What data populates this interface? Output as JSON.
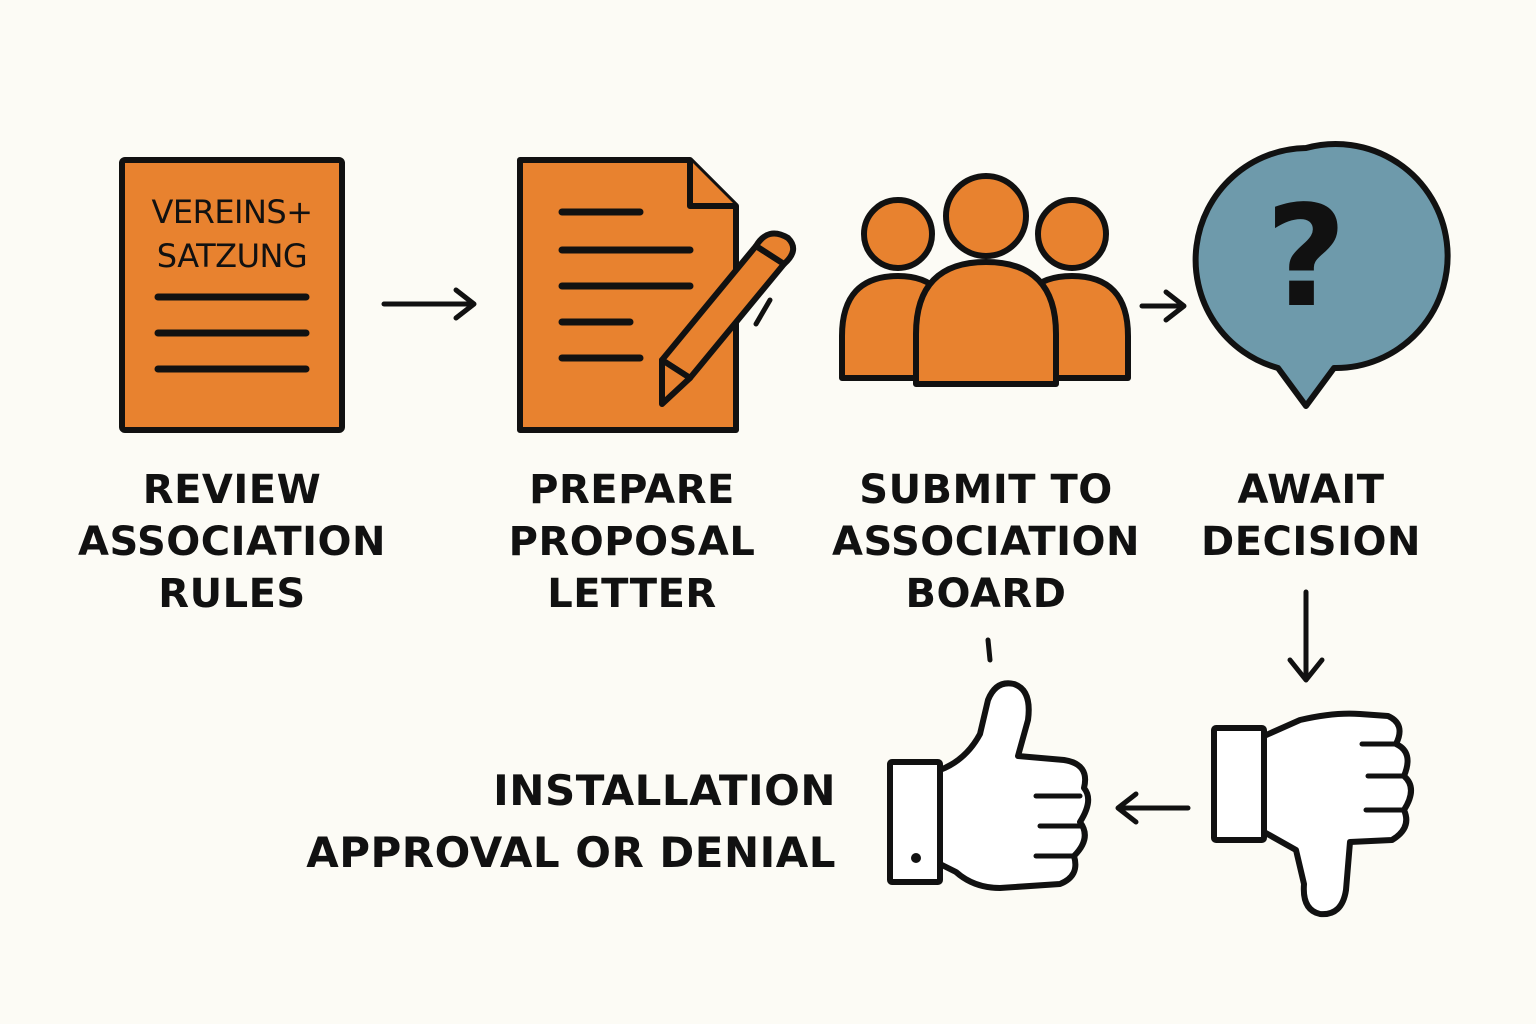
{
  "colors": {
    "background": "#fcfbf5",
    "orange": "#e8822f",
    "blue_gray": "#6e9aab",
    "outline": "#111111",
    "white": "#ffffff"
  },
  "steps": [
    {
      "label": "Review\nAssociation\nRules",
      "icon": "document-icon"
    },
    {
      "label": "Prepare\nProposal\nLetter",
      "icon": "letter-with-pen-icon"
    },
    {
      "label": "Submit to\nAssociation\nBoard",
      "icon": "group-icon"
    },
    {
      "label": "Await\nDecision",
      "icon": "question-bubble-icon"
    }
  ],
  "outcome": {
    "label": "Installation\nApproval or Denial",
    "icons": [
      "thumbs-up-icon",
      "thumbs-down-icon"
    ]
  },
  "document": {
    "line1": "VEREINS+",
    "line2": "SATZUNG"
  },
  "question_mark": "?"
}
